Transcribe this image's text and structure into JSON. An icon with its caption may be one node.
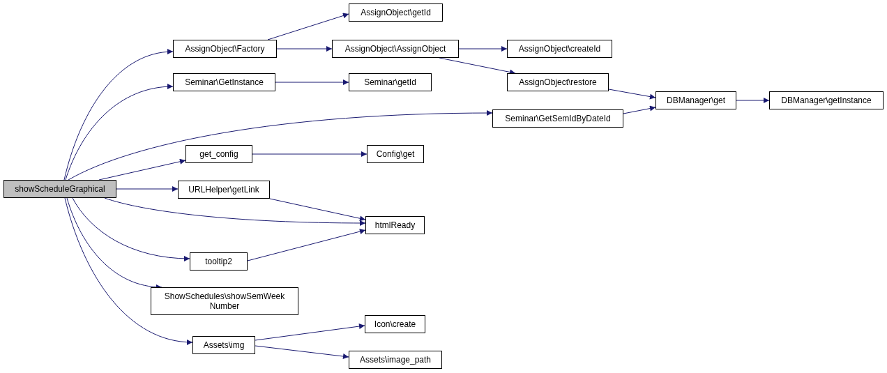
{
  "diagram": {
    "nodes": [
      {
        "text": [
          "showScheduleGraphical"
        ]
      },
      {
        "text": [
          "AssignObject\\Factory"
        ]
      },
      {
        "text": [
          "Seminar\\GetInstance"
        ]
      },
      {
        "text": [
          "get_config"
        ]
      },
      {
        "text": [
          "URLHelper\\getLink"
        ]
      },
      {
        "text": [
          "tooltip2"
        ]
      },
      {
        "text": [
          "ShowSchedules\\showSemWeek Number"
        ]
      },
      {
        "text": [
          "Assets\\img"
        ]
      },
      {
        "text": [
          "AssignObject\\getId"
        ]
      },
      {
        "text": [
          "AssignObject\\AssignObject"
        ]
      },
      {
        "text": [
          "Seminar\\getId"
        ]
      },
      {
        "text": [
          "Seminar\\GetSemIdByDateId"
        ]
      },
      {
        "text": [
          "Config\\get"
        ]
      },
      {
        "text": [
          "htmlReady"
        ]
      },
      {
        "text": [
          "Icon\\create"
        ]
      },
      {
        "text": [
          "Assets\\image_path"
        ]
      },
      {
        "text": [
          "AssignObject\\createId"
        ]
      },
      {
        "text": [
          "AssignObject\\restore"
        ]
      },
      {
        "text": [
          "DBManager\\get"
        ]
      },
      {
        "text": [
          "DBManager\\getInstance"
        ]
      }
    ],
    "edges": [
      {
        "from": 0,
        "to": 1,
        "arrow": "to"
      },
      {
        "from": 0,
        "to": 2,
        "arrow": "to"
      },
      {
        "from": 0,
        "to": 11,
        "arrow": "to"
      },
      {
        "from": 0,
        "to": 3,
        "arrow": "to"
      },
      {
        "from": 0,
        "to": 4,
        "arrow": "to"
      },
      {
        "from": 0,
        "to": 13,
        "arrow": "to"
      },
      {
        "from": 0,
        "to": 5,
        "arrow": "to"
      },
      {
        "from": 0,
        "to": 6,
        "arrow": "to"
      },
      {
        "from": 0,
        "to": 7,
        "arrow": "to"
      },
      {
        "from": 1,
        "to": 8,
        "arrow": "to"
      },
      {
        "from": 1,
        "to": 9,
        "arrow": "to"
      },
      {
        "from": 2,
        "to": 10,
        "arrow": "to"
      },
      {
        "from": 9,
        "to": 16,
        "arrow": "to"
      },
      {
        "from": 9,
        "to": 17,
        "arrow": "to"
      },
      {
        "from": 17,
        "to": 18,
        "arrow": "to"
      },
      {
        "from": 11,
        "to": 18,
        "arrow": "to"
      },
      {
        "from": 18,
        "to": 19,
        "arrow": "to"
      },
      {
        "from": 3,
        "to": 12,
        "arrow": "to"
      },
      {
        "from": 4,
        "to": 13,
        "arrow": "to"
      },
      {
        "from": 5,
        "to": 13,
        "arrow": "to"
      },
      {
        "from": 7,
        "to": 14,
        "arrow": "to"
      },
      {
        "from": 7,
        "to": 15,
        "arrow": "to"
      }
    ]
  }
}
